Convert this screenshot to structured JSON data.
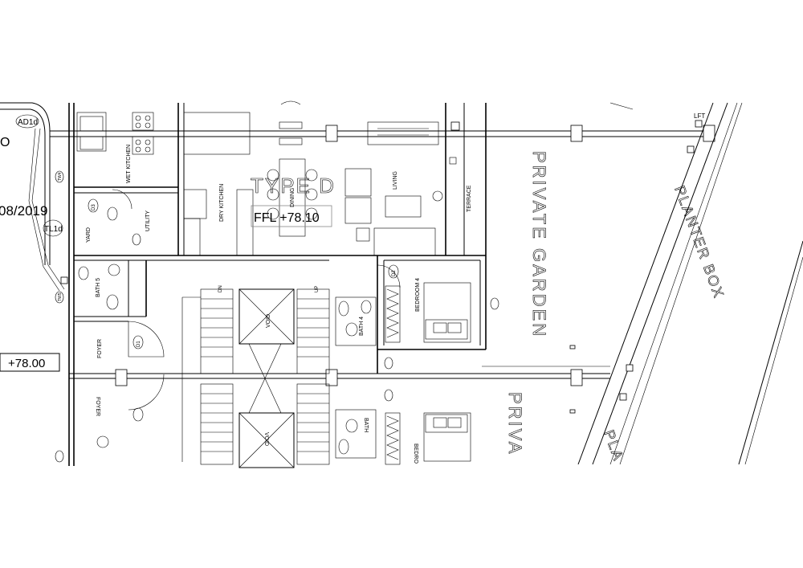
{
  "drawing": {
    "rooms": {
      "wet_kitchen": "WET KITCHEN",
      "dry_kitchen": "DRY KITCHEN",
      "dining": "DINING",
      "living": "LIVING",
      "terrace": "TERRACE",
      "utility": "UTILITY",
      "yard": "YARD",
      "bath5": "BATH 5",
      "bedroom4": "BEDROOM 4",
      "bath4": "BATH 4",
      "foyer": "FOYER",
      "foyer_mirror": "FOYER",
      "void": "VOID",
      "void_mirror": "VOID",
      "bath_mirror": "BATH",
      "bedroom_mirror": "BEDRO"
    },
    "garden": {
      "private_garden": "PRIVATE GARDEN",
      "private_partial": "PRIVA",
      "planter_box": "PLANTER BOX",
      "planter_partial": "PLA"
    },
    "tags": {
      "ad1d": "AD1d",
      "tl1d": "TL1d",
      "d1": "D1",
      "d3": "D3",
      "d2": "D2",
      "lft": "LFT",
      "tw4": "TW4",
      "tw5": "TW5"
    },
    "annotations": {
      "type_label": "TYPE D",
      "ffl_label": "FFL +78.10",
      "date_fragment": "08/2019",
      "level_78": "+78.00",
      "dn": "DN",
      "up": "UP",
      "side_o": "O"
    }
  }
}
